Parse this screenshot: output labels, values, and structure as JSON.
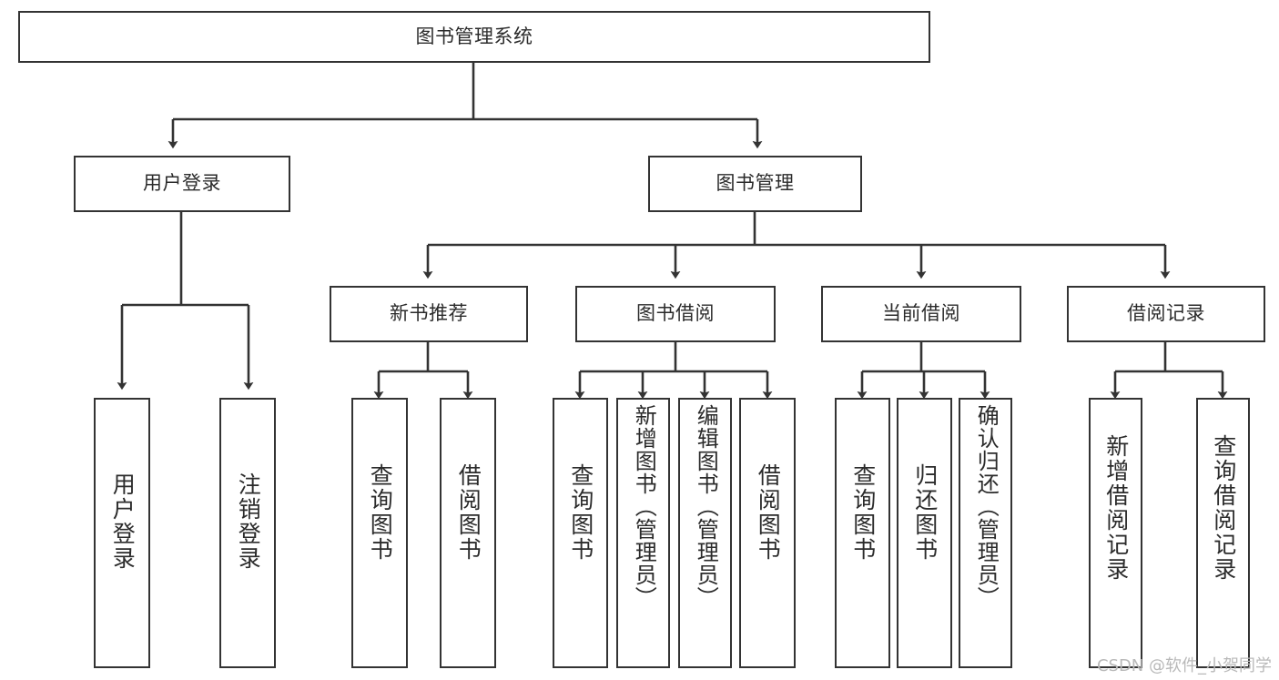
{
  "diagram": {
    "type": "tree-hierarchy",
    "title": "图书管理系统",
    "root": {
      "id": "root",
      "label": "图书管理系统"
    },
    "level2": [
      {
        "id": "user-login",
        "label": "用户登录"
      },
      {
        "id": "book-manage",
        "label": "图书管理"
      }
    ],
    "level3": [
      {
        "id": "new-book-recommend",
        "label": "新书推荐",
        "parent": "book-manage"
      },
      {
        "id": "book-borrow",
        "label": "图书借阅",
        "parent": "book-manage"
      },
      {
        "id": "current-borrow",
        "label": "当前借阅",
        "parent": "book-manage"
      },
      {
        "id": "borrow-record",
        "label": "借阅记录",
        "parent": "book-manage"
      }
    ],
    "leaves": [
      {
        "id": "leaf-user-login",
        "label": "用户登录",
        "parent": "user-login"
      },
      {
        "id": "leaf-user-logout",
        "label": "注销登录",
        "parent": "user-login"
      },
      {
        "id": "leaf-query-book-1",
        "label": "查询图书",
        "parent": "new-book-recommend"
      },
      {
        "id": "leaf-borrow-book-1",
        "label": "借阅图书",
        "parent": "new-book-recommend"
      },
      {
        "id": "leaf-query-book-2",
        "label": "查询图书",
        "parent": "book-borrow"
      },
      {
        "id": "leaf-add-book",
        "label": "新增图书（管理员）",
        "parent": "book-borrow"
      },
      {
        "id": "leaf-edit-book",
        "label": "编辑图书（管理员）",
        "parent": "book-borrow"
      },
      {
        "id": "leaf-borrow-book-2",
        "label": "借阅图书",
        "parent": "book-borrow"
      },
      {
        "id": "leaf-query-book-3",
        "label": "查询图书",
        "parent": "current-borrow"
      },
      {
        "id": "leaf-return-book",
        "label": "归还图书",
        "parent": "current-borrow"
      },
      {
        "id": "leaf-confirm-return",
        "label": "确认归还（管理员）",
        "parent": "current-borrow"
      },
      {
        "id": "leaf-add-record",
        "label": "新增借阅记录",
        "parent": "borrow-record"
      },
      {
        "id": "leaf-query-record",
        "label": "查询借阅记录",
        "parent": "borrow-record"
      }
    ],
    "colors": {
      "stroke": "#333333",
      "fill": "#ffffff",
      "text": "#2b2b2b",
      "watermark": "#b9b9b9"
    }
  },
  "watermark": {
    "text": "CSDN @软件_小贺同学"
  }
}
